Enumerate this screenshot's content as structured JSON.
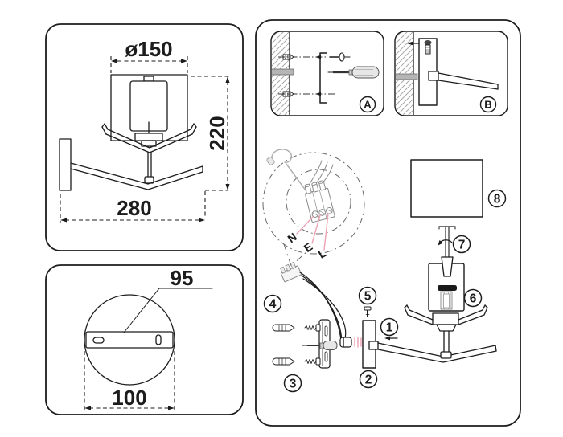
{
  "side_view": {
    "diameter": "ø150",
    "height": "220",
    "width": "280"
  },
  "base_view": {
    "bar_length": "95",
    "base_width": "100"
  },
  "assembly": {
    "step_a_label": "A",
    "step_b_label": "B",
    "wire_labels": {
      "neutral": "N",
      "earth": "E",
      "live": "L"
    },
    "part_labels": {
      "p1": "1",
      "p2": "2",
      "p3": "3",
      "p4": "4",
      "p5": "5",
      "p6": "6",
      "p7": "7",
      "p8": "8"
    }
  },
  "colors": {
    "line": "#1c1c1c",
    "gray": "#9a9a9a",
    "pink": "#eda3b2"
  }
}
